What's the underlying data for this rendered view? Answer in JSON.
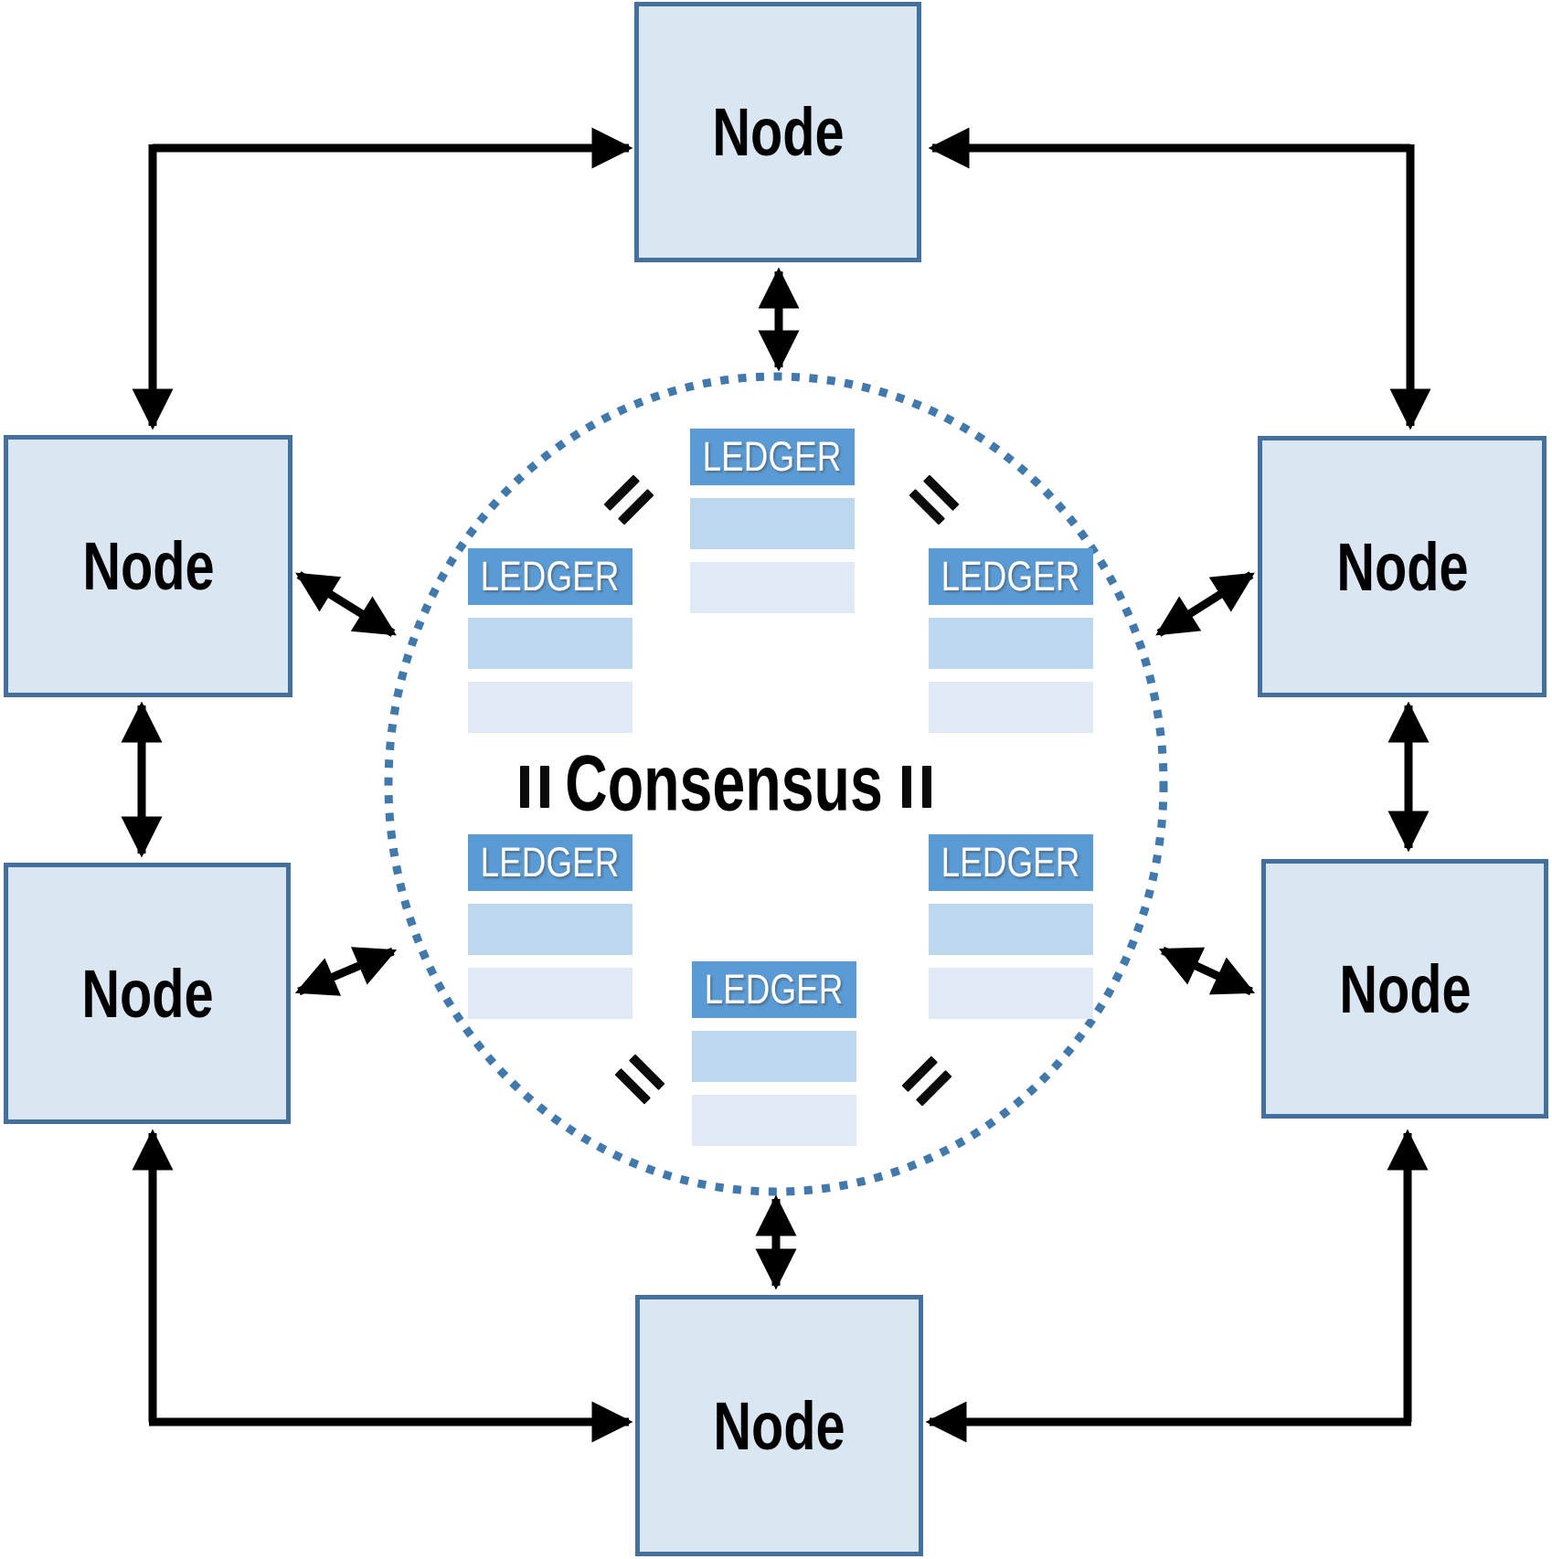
{
  "title": "Consensus",
  "nodes": [
    {
      "position": "top",
      "label": "Node"
    },
    {
      "position": "upper-left",
      "label": "Node"
    },
    {
      "position": "upper-right",
      "label": "Node"
    },
    {
      "position": "lower-left",
      "label": "Node"
    },
    {
      "position": "lower-right",
      "label": "Node"
    },
    {
      "position": "bottom",
      "label": "Node"
    }
  ],
  "ledgers": [
    {
      "position": "top-center",
      "label": "LEDGER",
      "rows": 2
    },
    {
      "position": "upper-left",
      "label": "LEDGER",
      "rows": 2
    },
    {
      "position": "upper-right",
      "label": "LEDGER",
      "rows": 2
    },
    {
      "position": "lower-left",
      "label": "LEDGER",
      "rows": 2
    },
    {
      "position": "lower-right",
      "label": "LEDGER",
      "rows": 2
    },
    {
      "position": "bottom-center",
      "label": "LEDGER",
      "rows": 2
    }
  ],
  "icons": {
    "equals": "=",
    "arrow": "double-headed-arrow"
  },
  "colors": {
    "node_fill": "#dbe6f3",
    "node_border": "#44709d",
    "ledger_header": "#5b9bd5",
    "ledger_row_medium": "#bdd7ee",
    "ledger_row_light": "#dfeaf6",
    "dotted_circle": "#4279ad",
    "arrow": "#000000",
    "ledger_text": "#ffffff",
    "label_text": "#000000"
  }
}
